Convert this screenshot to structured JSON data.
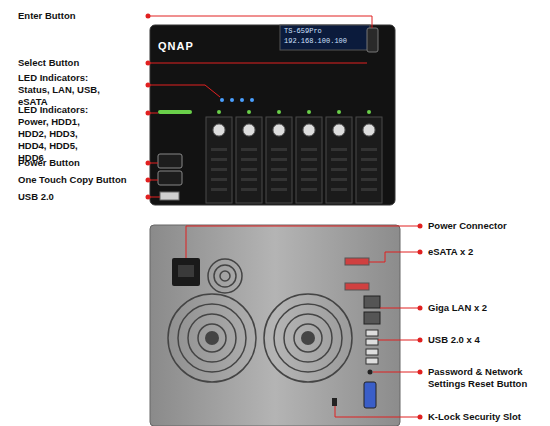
{
  "diagram": {
    "labels": [
      "Enter Button",
      "Select Button",
      "LED Indicators: Status, LAN, USB, eSATA",
      "LED Indicators: Power, HDD1, HDD2, HDD3, HDD4, HDD5, HDD6",
      "Power  Button",
      "One Touch Copy Button",
      "USB 2.0",
      "QNAP",
      "TS-659Pro",
      "192.168.100.100",
      "Power  Connector",
      "eSATA x 2",
      "Giga LAN x 2",
      "USB 2.0 x 4",
      "Password & Network Settings Reset Button",
      "K-Lock Security Slot"
    ]
  }
}
